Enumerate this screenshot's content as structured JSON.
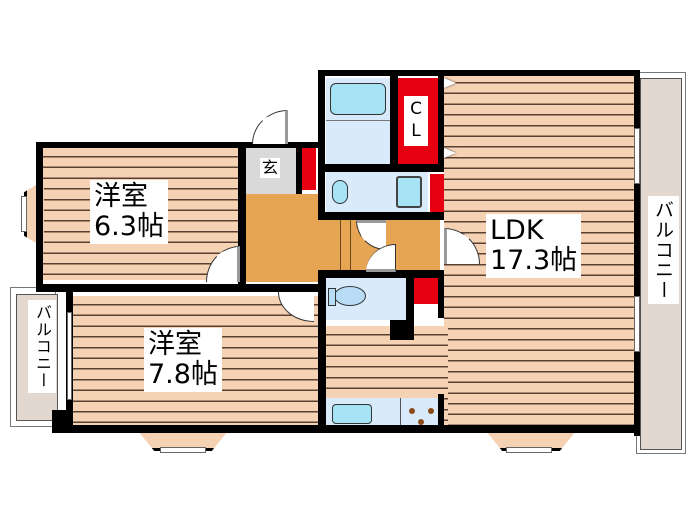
{
  "floorplan": {
    "rooms": [
      {
        "id": "western-room-1",
        "name": "洋室",
        "size": "6.3帖"
      },
      {
        "id": "western-room-2",
        "name": "洋室",
        "size": "7.8帖"
      },
      {
        "id": "ldk",
        "name": "LDK",
        "size": "17.3帖"
      }
    ],
    "entrance_label": "玄",
    "closet_label_1": "C",
    "closet_label_2": "L",
    "balcony_right_label": "バルコニー",
    "balcony_left_label": "バルコニー"
  },
  "colors": {
    "floor": "#f6d2b4",
    "floor_line": "#5a4032",
    "wall": "#000000",
    "storage": "#e60012",
    "hall": "#e5a552",
    "wet_area": "#d9ebfa",
    "fixture": "#a6e3f5",
    "balcony": "#e2d8cf",
    "entrance": "#d9d9d9"
  }
}
